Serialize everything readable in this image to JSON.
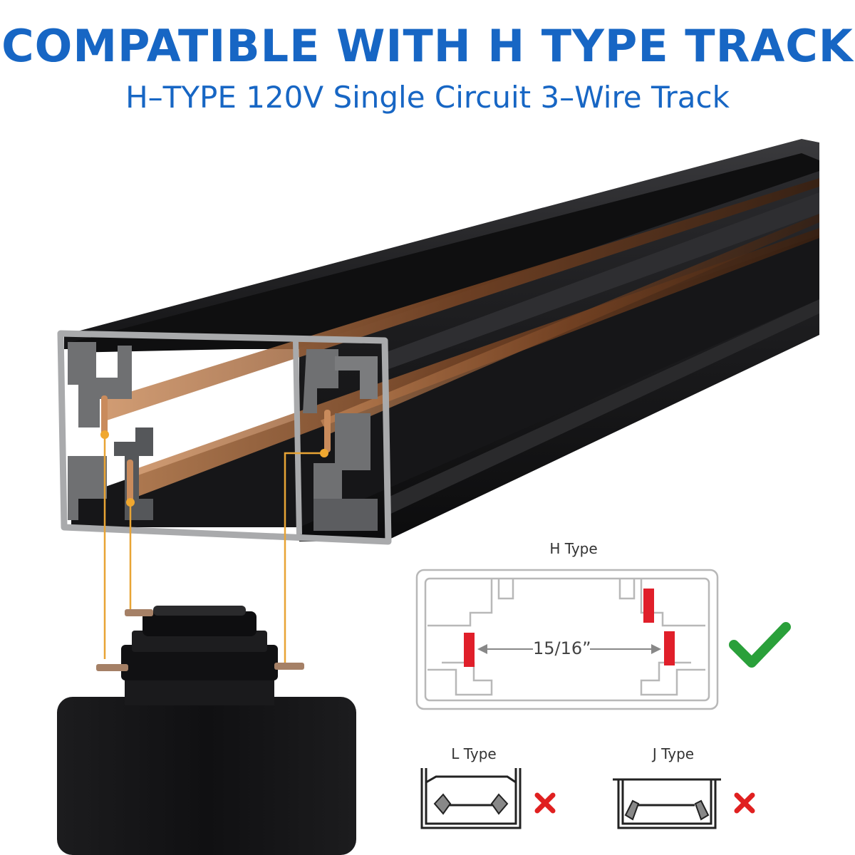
{
  "header": {
    "title": "COMPATIBLE WITH H TYPE TRACK",
    "subtitle": "H–TYPE 120V Single Circuit 3–Wire Track"
  },
  "diagram": {
    "h_type": {
      "label": "H Type",
      "dimension": "15/16”",
      "status": "compatible"
    },
    "l_type": {
      "label": "L Type",
      "status": "incompatible"
    },
    "j_type": {
      "label": "J Type",
      "status": "incompatible"
    }
  },
  "colors": {
    "title": "#1766c4",
    "check": "#2aa03a",
    "cross": "#e02020",
    "contact": "#e01f2a",
    "wire": "#e8a435"
  }
}
